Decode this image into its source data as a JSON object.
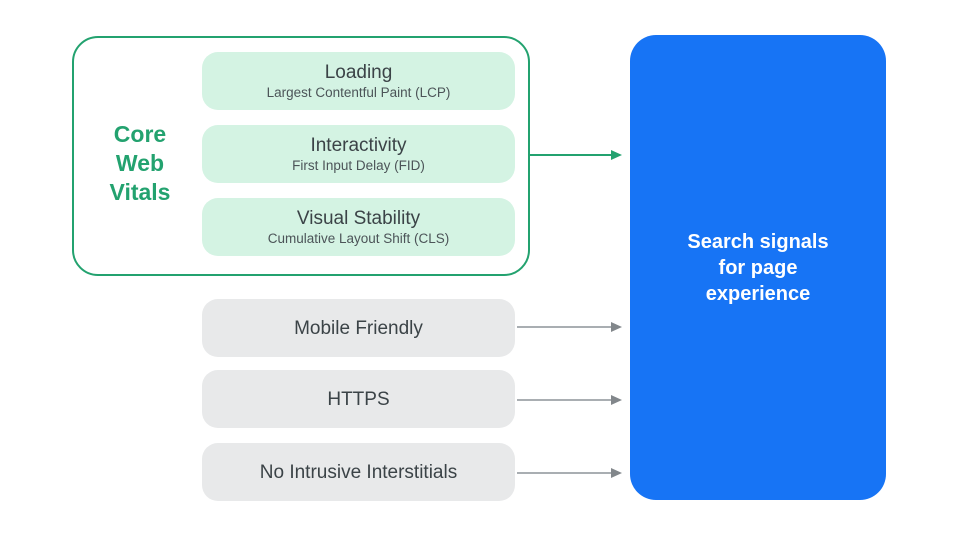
{
  "colors": {
    "green": "#23A26F",
    "green_light": "#D4F3E3",
    "blue": "#1774F5",
    "gray_box": "#E8E9EA",
    "gray_arrow_line": "#A9AEB2",
    "gray_arrow_head": "#82878B",
    "text_dark": "#3B4347",
    "text_sub": "#4C5458",
    "white": "#FFFFFF"
  },
  "diagram": {
    "core_web_vitals": {
      "label": "Core Web Vitals",
      "cards": [
        {
          "title": "Loading",
          "subtitle": "Largest Contentful Paint (LCP)"
        },
        {
          "title": "Interactivity",
          "subtitle": "First Input Delay (FID)"
        },
        {
          "title": "Visual Stability",
          "subtitle": "Cumulative Layout Shift (CLS)"
        }
      ]
    },
    "other_signals": [
      {
        "label": "Mobile Friendly"
      },
      {
        "label": "HTTPS"
      },
      {
        "label": "No Intrusive Interstitials"
      }
    ],
    "result": {
      "label": "Search signals for page experience"
    }
  }
}
